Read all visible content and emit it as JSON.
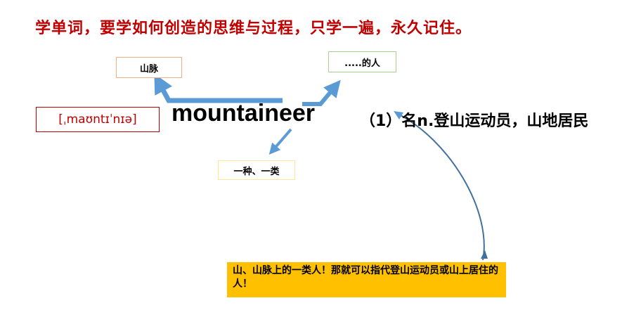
{
  "title": "学单词，要学如何创造的思维与过程，只学一遍，永久记住。",
  "word": "mountaineer",
  "phonetic": "[ˌmaʊntɪˈnɪə]",
  "parts": {
    "mountain": "山脉",
    "eer": ".....的人",
    "kind": "一种、一类"
  },
  "definition": "（1）名n.登山运动员，山地居民",
  "note": "山、山脉上的一类人！那就可以指代登山运动员或山上居住的人！",
  "colors": {
    "title": "#c00000",
    "arrow": "#5b9bd5",
    "note_bg": "#ffc000"
  }
}
